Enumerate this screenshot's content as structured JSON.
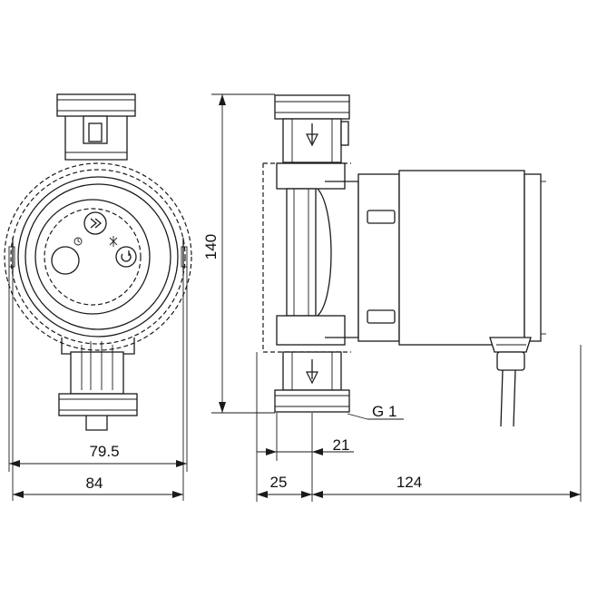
{
  "dimensions": {
    "height_total": "140",
    "outer_width_front": "84",
    "inner_width_front": "79.5",
    "inlet_offset": "25",
    "thread_offset": "21",
    "side_length": "124",
    "thread_label": "G 1"
  }
}
